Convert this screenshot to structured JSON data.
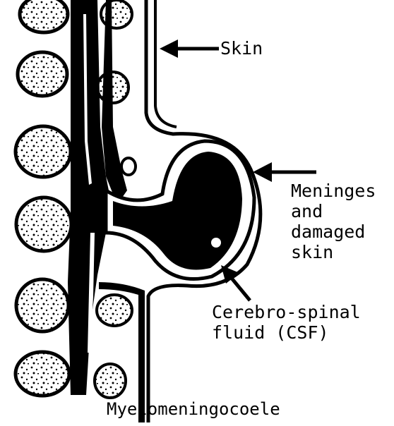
{
  "labels": {
    "skin": "Skin",
    "meninges": [
      "Meninges",
      "and",
      "damaged",
      "skin"
    ],
    "csf": [
      "Cerebro-spinal",
      "fluid (CSF)"
    ]
  },
  "caption": "Myelomeningocoele"
}
